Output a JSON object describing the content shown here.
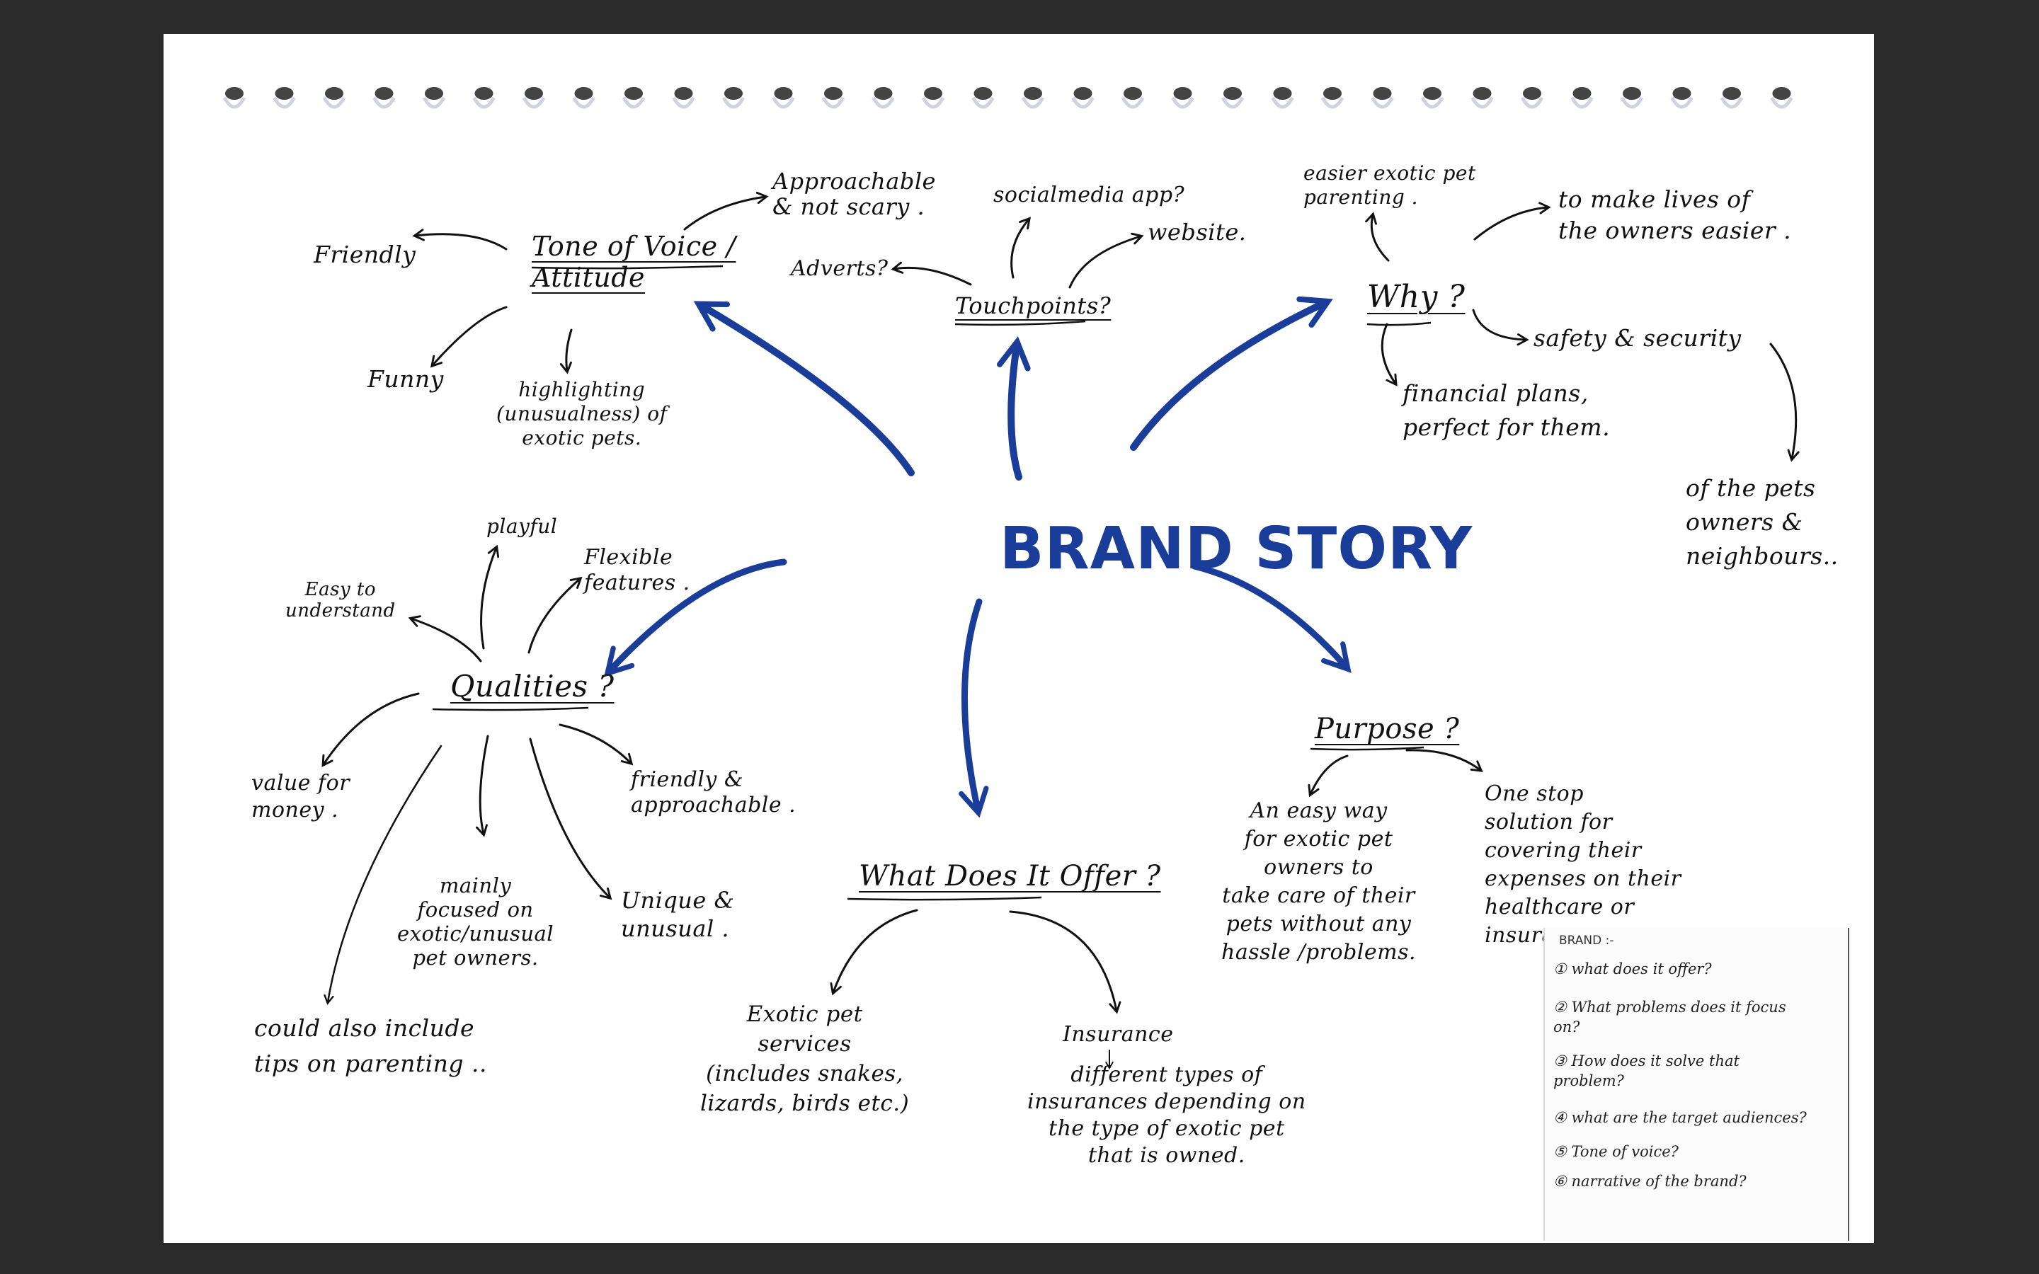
{
  "title": "BRAND STORY",
  "colors": {
    "brand_blue": "#1a3d99",
    "ink": "#111111",
    "paper": "#ffffff",
    "backdrop": "#2b2b2b"
  },
  "branches": {
    "tone": {
      "heading": [
        "Tone of Voice /",
        "Attitude"
      ],
      "approachable": [
        "Approachable",
        "& not scary ."
      ],
      "friendly": "Friendly",
      "funny": "Funny",
      "highlighting": [
        "highlighting",
        "(unusualness) of",
        "exotic pets."
      ]
    },
    "touchpoints": {
      "heading": "Touchpoints?",
      "social": "socialmedia app?",
      "website": "website.",
      "adverts": "Adverts?"
    },
    "why": {
      "heading": "Why ?",
      "easier": [
        "easier exotic pet",
        "parenting ."
      ],
      "make_lives": [
        "to make lives of",
        "the owners easier ."
      ],
      "safety": "safety & security",
      "financial": [
        "financial plans,",
        "perfect for them."
      ],
      "of_the_pets": [
        "of the pets",
        "owners &",
        "neighbours.."
      ]
    },
    "qualities": {
      "heading": "Qualities ?",
      "playful": "playful",
      "flexible": [
        "Flexible",
        "features ."
      ],
      "easy": [
        "Easy to",
        "understand"
      ],
      "value": [
        "value for",
        "money ."
      ],
      "friendly": [
        "friendly &",
        "approachable ."
      ],
      "mainly": [
        "mainly",
        "focused on",
        "exotic/unusual",
        "pet owners."
      ],
      "unique": [
        "Unique &",
        "unusual ."
      ],
      "tips": [
        "could also include",
        "tips on parenting .."
      ]
    },
    "offer": {
      "heading": "What Does It Offer ?",
      "services": [
        "Exotic pet",
        "services",
        "(includes snakes,",
        "lizards, birds etc.)"
      ],
      "insurance": "Insurance",
      "insurance_types": [
        "different types of",
        "insurances depending on",
        "the type of exotic pet",
        "that is owned."
      ]
    },
    "purpose": {
      "heading": "Purpose ?",
      "easy_way": [
        "An easy way",
        "for exotic pet",
        "owners to",
        "take care of their",
        "pets without any",
        "hassle /problems."
      ],
      "one_stop": [
        "One stop",
        "solution for",
        "covering their",
        "expenses on their",
        "healthcare or",
        "insurance ."
      ]
    }
  },
  "note_card": {
    "title": "BRAND :-",
    "items": [
      [
        "① what does it offer?"
      ],
      [
        "② What problems does it focus",
        "on?"
      ],
      [
        "③ How does it solve that",
        "problem?"
      ],
      [
        "④ what are the target audiences?"
      ],
      [
        "⑤ Tone of voice?"
      ],
      [
        "⑥ narrative of the brand?"
      ]
    ]
  }
}
